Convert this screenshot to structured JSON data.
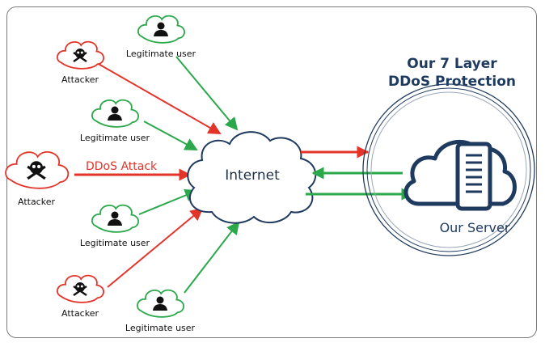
{
  "title_line1": "Our 7 Layer",
  "title_line2": "DDoS Protection",
  "internet_label": "Internet",
  "server_label": "Our Server",
  "attack_label": "DDoS Attack",
  "nodes": [
    {
      "label": "Attacker",
      "type": "attacker"
    },
    {
      "label": "Legitimate user",
      "type": "user"
    },
    {
      "label": "Legitimate user",
      "type": "user"
    },
    {
      "label": "Attacker",
      "type": "attacker"
    },
    {
      "label": "Legitimate user",
      "type": "user"
    },
    {
      "label": "Attacker",
      "type": "attacker"
    },
    {
      "label": "Legitimate user",
      "type": "user"
    }
  ],
  "colors": {
    "attack": "#e3342a",
    "legit": "#2aa84a",
    "navy": "#1f3a5f"
  }
}
